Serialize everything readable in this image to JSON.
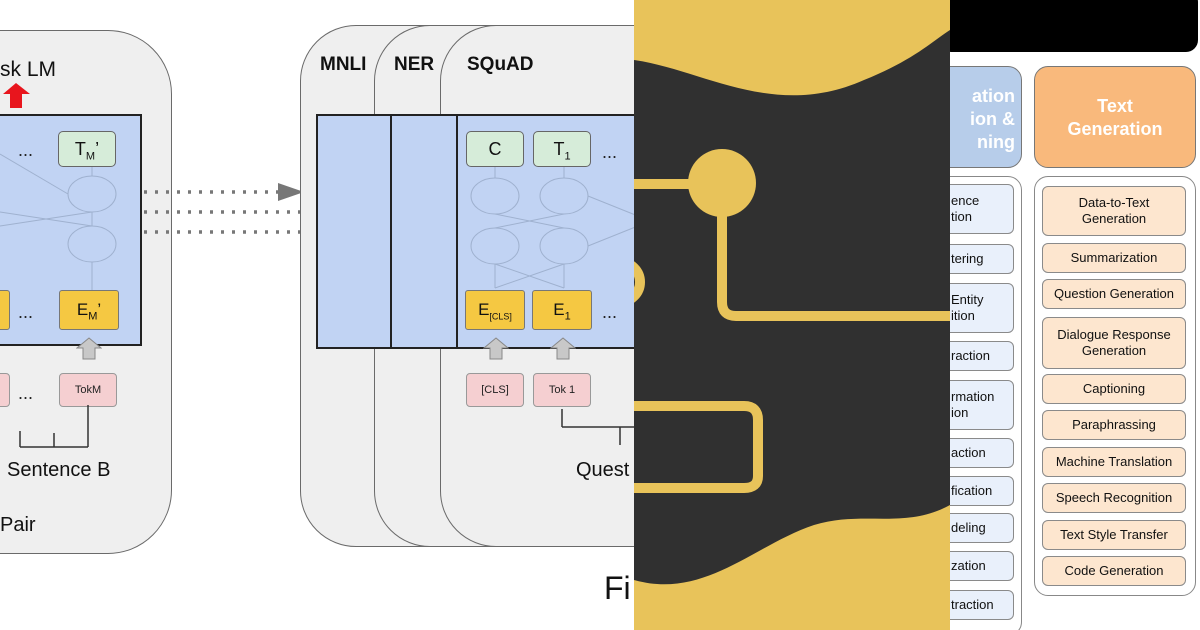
{
  "panel1": {
    "top_label": "sk LM",
    "left_nodes": {
      "t_m": "T",
      "t_m_sub": "M",
      "t_m_prime": "’",
      "e_m": "E",
      "e_m_sub": "M",
      "e_m_prime": "’",
      "tok_m": "TokM",
      "dots": "..."
    },
    "sentence_b": "Sentence B",
    "pair": "Pair",
    "tasks": [
      "MNLI",
      "NER",
      "SQuAD"
    ],
    "right_nodes": {
      "c": "C",
      "t1": "T",
      "t1_sub": "1",
      "e_cls": "E",
      "e_cls_sub": "[CLS]",
      "e1": "E",
      "e1_sub": "1",
      "tok_cls": "[CLS]",
      "tok1": "Tok 1",
      "dots": "..."
    },
    "question": "Quest",
    "fig": "Fi",
    "colors": {
      "model_fill": "#c1d3f3",
      "token_fill": "#f5cfd1",
      "embed_fill": "#f5c842",
      "output_fill": "#d6ecd9",
      "arrow_red": "#e8151d"
    }
  },
  "panel2": {
    "colors": {
      "yellow": "#e8c35a",
      "dark": "#303030"
    }
  },
  "panel3": {
    "left_header": [
      "ation",
      "ion &",
      "ning"
    ],
    "left_items": [
      "ence\ntion",
      "tering",
      "Entity\nition",
      "raction",
      "rmation\nion",
      "action",
      "fication",
      "deling",
      "zation",
      "traction"
    ],
    "right_header": "Text\nGeneration",
    "right_items": [
      "Data-to-Text\nGeneration",
      "Summarization",
      "Question Generation",
      "Dialogue Response\nGeneration",
      "Captioning",
      "Paraphrassing",
      "Machine Translation",
      "Speech Recognition",
      "Text Style Transfer",
      "Code Generation"
    ],
    "colors": {
      "right_header": "#f9b97c",
      "left_header": "#b7cdea",
      "item_fill": "#fde6cf",
      "top_bar": "#000000"
    }
  }
}
